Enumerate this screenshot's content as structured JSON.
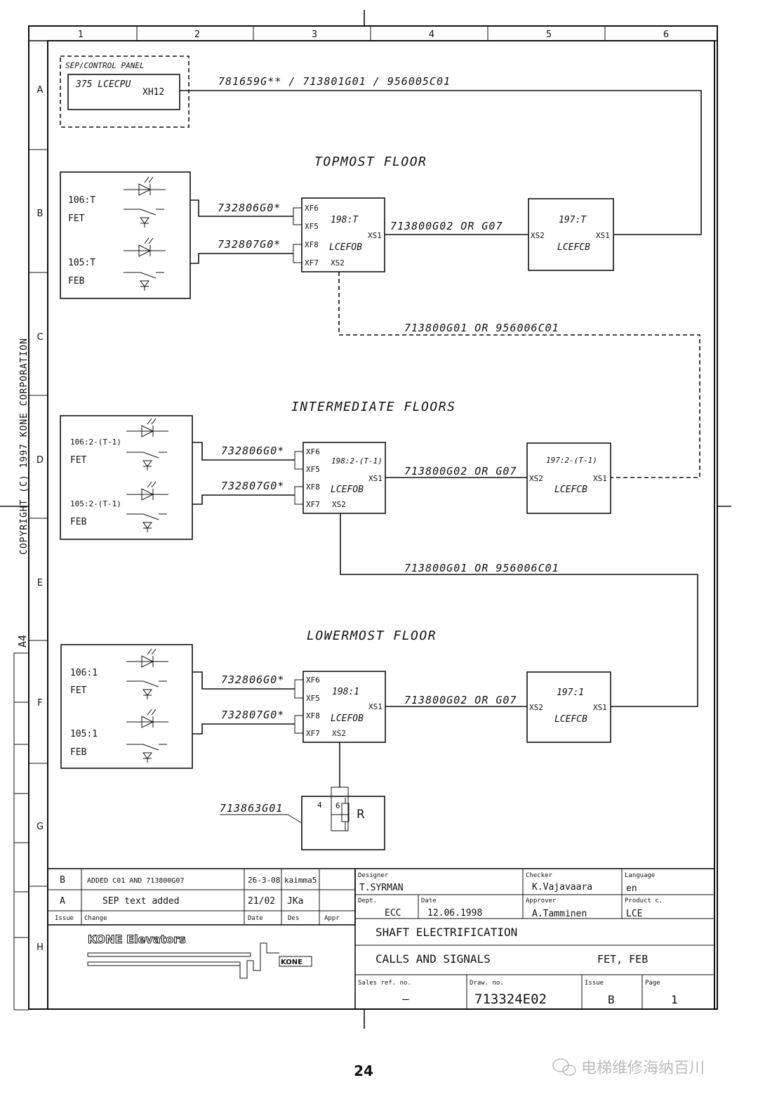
{
  "frame": {
    "columns": [
      "1",
      "2",
      "3",
      "4",
      "5",
      "6"
    ],
    "rows": [
      "A",
      "B",
      "C",
      "D",
      "E",
      "F",
      "G",
      "H"
    ],
    "copyright": "COPYRIGHT (C) 1997 KONE CORPORATION",
    "sheet_size": "A4"
  },
  "sep_panel": {
    "title": "SEP/CONTROL PANEL",
    "unit": "375 LCECPU",
    "connector": "XH12",
    "cable": "781659G** / 713801G01 / 956005C01"
  },
  "floors": [
    {
      "title": "TOPMOST FLOOR",
      "fet_id": "106:T",
      "fet": "FET",
      "feb_id": "105:T",
      "feb": "FEB",
      "cable_upper": "732806G0*",
      "cable_lower": "732807G0*",
      "board_id": "198:T",
      "board_type": "LCEFOB",
      "xf6": "XF6",
      "xf5": "XF5",
      "xf8": "XF8",
      "xf7": "XF7",
      "xs1": "XS1",
      "xs2": "XS2",
      "link_cable": "713800G02 OR G07",
      "cb_id": "197:T",
      "cb_type": "LCEFCB",
      "cb_xs2": "XS2",
      "cb_xs1": "XS1"
    },
    {
      "title": "INTERMEDIATE FLOORS",
      "fet_id": "106:2-(T-1)",
      "fet": "FET",
      "feb_id": "105:2-(T-1)",
      "feb": "FEB",
      "cable_upper": "732806G0*",
      "cable_lower": "732807G0*",
      "board_id": "198:2-(T-1)",
      "board_type": "LCEFOB",
      "xf6": "XF6",
      "xf5": "XF5",
      "xf8": "XF8",
      "xf7": "XF7",
      "xs1": "XS1",
      "xs2": "XS2",
      "link_cable": "713800G02 OR G07",
      "cb_id": "197:2-(T-1)",
      "cb_type": "LCEFCB",
      "cb_xs2": "XS2",
      "cb_xs1": "XS1"
    },
    {
      "title": "LOWERMOST FLOOR",
      "fet_id": "106:1",
      "fet": "FET",
      "feb_id": "105:1",
      "feb": "FEB",
      "cable_upper": "732806G0*",
      "cable_lower": "732807G0*",
      "board_id": "198:1",
      "board_type": "LCEFOB",
      "xf6": "XF6",
      "xf5": "XF5",
      "xf8": "XF8",
      "xf7": "XF7",
      "xs1": "XS1",
      "xs2": "XS2",
      "link_cable": "713800G02 OR G07",
      "cb_id": "197:1",
      "cb_type": "LCEFCB",
      "cb_xs2": "XS2",
      "cb_xs1": "XS1"
    }
  ],
  "interfloor_cable_1": "713800G01 OR 956006C01",
  "interfloor_cable_2": "713800G01 OR 956006C01",
  "terminator": {
    "part": "713863G01",
    "pin4": "4",
    "pin6": "6",
    "resistor": "R"
  },
  "revisions": [
    {
      "issue": "B",
      "change": "ADDED C01 AND 713800G07",
      "date": "26-3-08",
      "des": "kaimma5",
      "appr": ""
    },
    {
      "issue": "A",
      "change": "SEP text added",
      "date": "21/02",
      "des": "JKa",
      "appr": ""
    }
  ],
  "revision_headers": {
    "issue": "Issue",
    "change": "Change",
    "date": "Date",
    "des": "Des",
    "appr": "Appr"
  },
  "company": {
    "name": "KONE Elevators",
    "mark": "KONE"
  },
  "title_block": {
    "designer_label": "Designer",
    "designer": "T.SYRMAN",
    "checker_label": "Checker",
    "checker": "K.Vajavaara",
    "language_label": "Language",
    "language": "en",
    "dept_label": "Dept.",
    "dept": "ECC",
    "date_label": "Date",
    "date": "12.06.1998",
    "approver_label": "Approver",
    "approver": "A.Tamminen",
    "product_label": "Product c.",
    "product": "LCE",
    "title1": "SHAFT ELECTRIFICATION",
    "title2": "CALLS AND SIGNALS",
    "title2_right": "FET, FEB",
    "sales_label": "Sales ref. no.",
    "sales": "–",
    "draw_label": "Draw. no.",
    "draw": "713324E02",
    "issue_label": "Issue",
    "issue": "B",
    "page_label": "Page",
    "page": "1"
  },
  "page_number": "24",
  "watermark": "电梯维修海纳百川"
}
